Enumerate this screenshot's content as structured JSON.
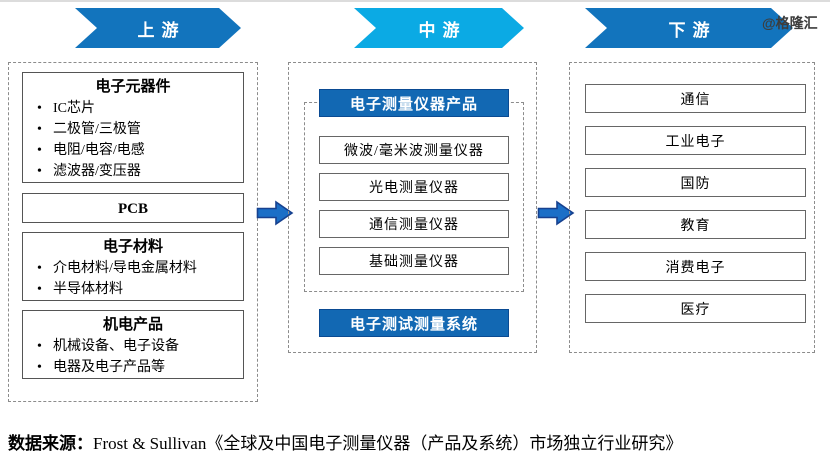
{
  "watermark": "@格隆汇",
  "banners": {
    "upstream": "上游",
    "midstream": "中游",
    "downstream": "下游"
  },
  "colors": {
    "banner_blue": "#1274bd",
    "banner_cyan": "#0baae4",
    "box_blue": "#1268b3",
    "arrow_fill": "#1b6fc7",
    "arrow_stroke": "#17418f",
    "dashed_border": "#8c8c8c"
  },
  "upstream": {
    "boxes": [
      {
        "title": "电子元器件",
        "items": [
          "IC芯片",
          "二极管/三极管",
          "电阻/电容/电感",
          "滤波器/变压器"
        ]
      },
      {
        "title": "PCB",
        "items": []
      },
      {
        "title": "电子材料",
        "items": [
          "介电材料/导电金属材料",
          "半导体材料"
        ]
      },
      {
        "title": "机电产品",
        "items": [
          "机械设备、电子设备",
          "电器及电子产品等"
        ]
      }
    ]
  },
  "midstream": {
    "header": "电子测量仪器产品",
    "products": [
      "微波/毫米波测量仪器",
      "光电测量仪器",
      "通信测量仪器",
      "基础测量仪器"
    ],
    "footer": "电子测试测量系统"
  },
  "downstream": {
    "sectors": [
      "通信",
      "工业电子",
      "国防",
      "教育",
      "消费电子",
      "医疗"
    ]
  },
  "caption": {
    "label": "数据来源：",
    "text": "Frost & Sullivan《全球及中国电子测量仪器（产品及系统）市场独立行业研究》"
  }
}
